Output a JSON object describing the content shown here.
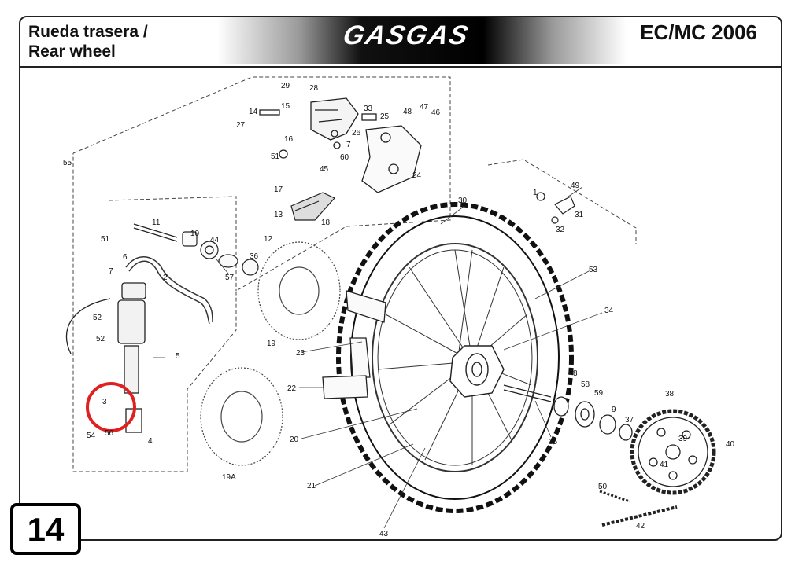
{
  "header": {
    "title_line1": "Rueda trasera /",
    "title_line2": "Rear wheel",
    "brand": "GASGAS",
    "model": "EC/MC 2006"
  },
  "page_number": "14",
  "part_labels": [
    "1",
    "2",
    "3",
    "4",
    "5",
    "6",
    "7",
    "7",
    "8",
    "9",
    "10",
    "11",
    "12",
    "13",
    "14",
    "15",
    "16",
    "17",
    "18",
    "19",
    "19A",
    "20",
    "21",
    "22",
    "23",
    "24",
    "25",
    "26",
    "27",
    "28",
    "29",
    "30",
    "31",
    "32",
    "33",
    "34",
    "35",
    "36",
    "37",
    "38",
    "39",
    "40",
    "41",
    "42",
    "43",
    "44",
    "45",
    "46",
    "47",
    "48",
    "49",
    "50",
    "51",
    "51",
    "52",
    "52",
    "53",
    "54",
    "55",
    "56",
    "57",
    "58",
    "59",
    "60"
  ],
  "highlight": {
    "color": "#e02020",
    "circled_part": "3"
  },
  "icons": [
    "brake-caliper-icon",
    "brake-disc-icon",
    "tire-icon",
    "spoked-wheel-icon",
    "sprocket-icon",
    "chain-icon",
    "bearing-icon",
    "brake-pump-icon",
    "hub-icon"
  ]
}
